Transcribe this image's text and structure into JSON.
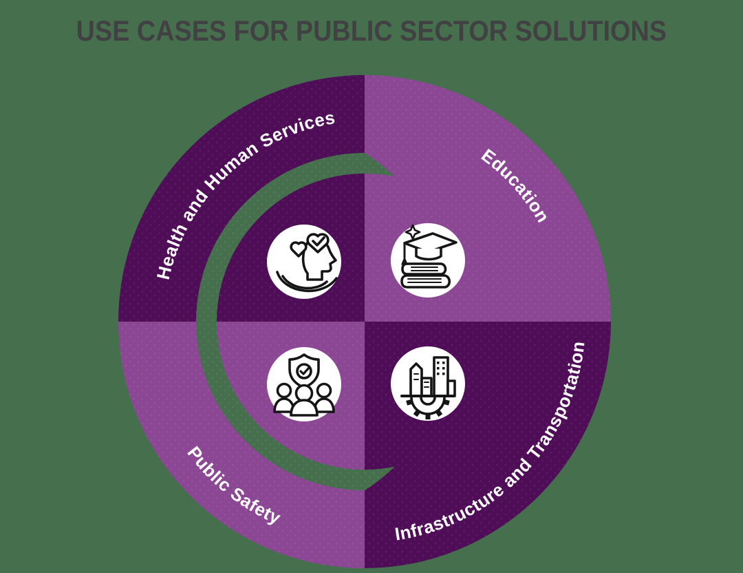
{
  "title": "USE CASES FOR PUBLIC SECTOR SOLUTIONS",
  "colors": {
    "background": "#46704D",
    "dark_purple": "#4E0D56",
    "medium_purple": "#8C4794",
    "title_text": "#414042",
    "label_text": "#FFFFFF",
    "icon_stroke": "#151515",
    "icon_circle_fill": "#FFFFFF"
  },
  "diagram": {
    "type": "quadrant-donut",
    "segments": [
      {
        "label": "Health and Human Services",
        "position": "top-left",
        "shade": "dark",
        "icon": "health-head-hearts-hand-icon"
      },
      {
        "label": "Education",
        "position": "top-right",
        "shade": "medium",
        "icon": "graduation-cap-books-icon"
      },
      {
        "label": "Public Safety",
        "position": "bottom-left",
        "shade": "medium",
        "icon": "people-shield-check-icon"
      },
      {
        "label": "Infrastructure and Transportation",
        "position": "bottom-right",
        "shade": "dark",
        "icon": "city-skyline-gear-icon"
      }
    ]
  }
}
